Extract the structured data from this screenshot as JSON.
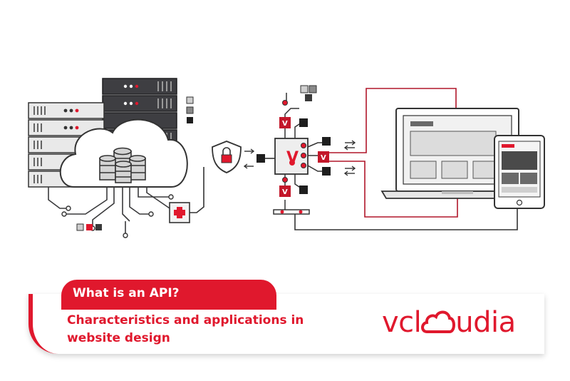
{
  "banner": {
    "title": "What is an API?",
    "subtitle": "Characteristics and applications in website design"
  },
  "brand": {
    "prefix": "vcl",
    "suffix": "udia",
    "icon": "cloud-o-icon"
  },
  "diagram": {
    "server_icon": "server-rack-icon",
    "cloud_icon": "cloud-icon",
    "database_icon": "database-icon",
    "lock_icon": "padlock-shield-icon",
    "first_aid_icon": "medical-cross-icon",
    "gateway_icon": "api-gateway-v-icon",
    "gateway_letter": "V",
    "laptop_icon": "laptop-icon",
    "tablet_icon": "tablet-icon",
    "arrows_icon": "exchange-arrows-icon"
  },
  "colors": {
    "accent": "#e0182d",
    "dark": "#3a3a3c",
    "gray": "#8e8e93",
    "light": "#dcdcdc"
  }
}
